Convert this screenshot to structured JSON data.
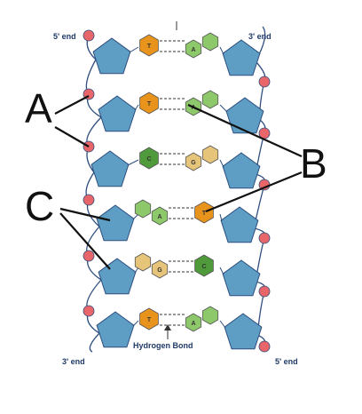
{
  "ends": {
    "top_left": "5' end",
    "top_right": "3' end",
    "bottom_left": "3' end",
    "bottom_right": "5' end"
  },
  "labels": {
    "a": "A",
    "b": "B",
    "c": "C"
  },
  "hydrogen_bond_label": "Hydrogen Bond",
  "pairs": [
    {
      "left": "T",
      "right": "A"
    },
    {
      "left": "T",
      "right": "A"
    },
    {
      "left": "C",
      "right": "G"
    },
    {
      "left": "A",
      "right": "T"
    },
    {
      "left": "G",
      "right": "C"
    },
    {
      "left": "T",
      "right": "A"
    }
  ],
  "colors": {
    "sugar": "#5e9ec4",
    "phosphate": "#e8666a",
    "backbone": "#2d4e7e",
    "thymine": "#e8931c",
    "adenine": "#8dc86a",
    "cytosine": "#4f9a3a",
    "guanine": "#e6c47a"
  }
}
